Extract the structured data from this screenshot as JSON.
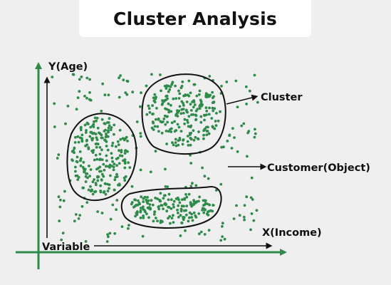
{
  "title": "Cluster Analysis",
  "labels": {
    "outer_y_axis": "Y(Age)",
    "x_axis": "X(Income)",
    "variable": "Variable",
    "cluster": "Cluster",
    "customer": "Customer(Object)"
  },
  "colors": {
    "background": "#efefef",
    "title_background": "#ffffff",
    "point": "#2e8b49",
    "green_axis": "#2e8b49",
    "outline": "#111111"
  }
}
